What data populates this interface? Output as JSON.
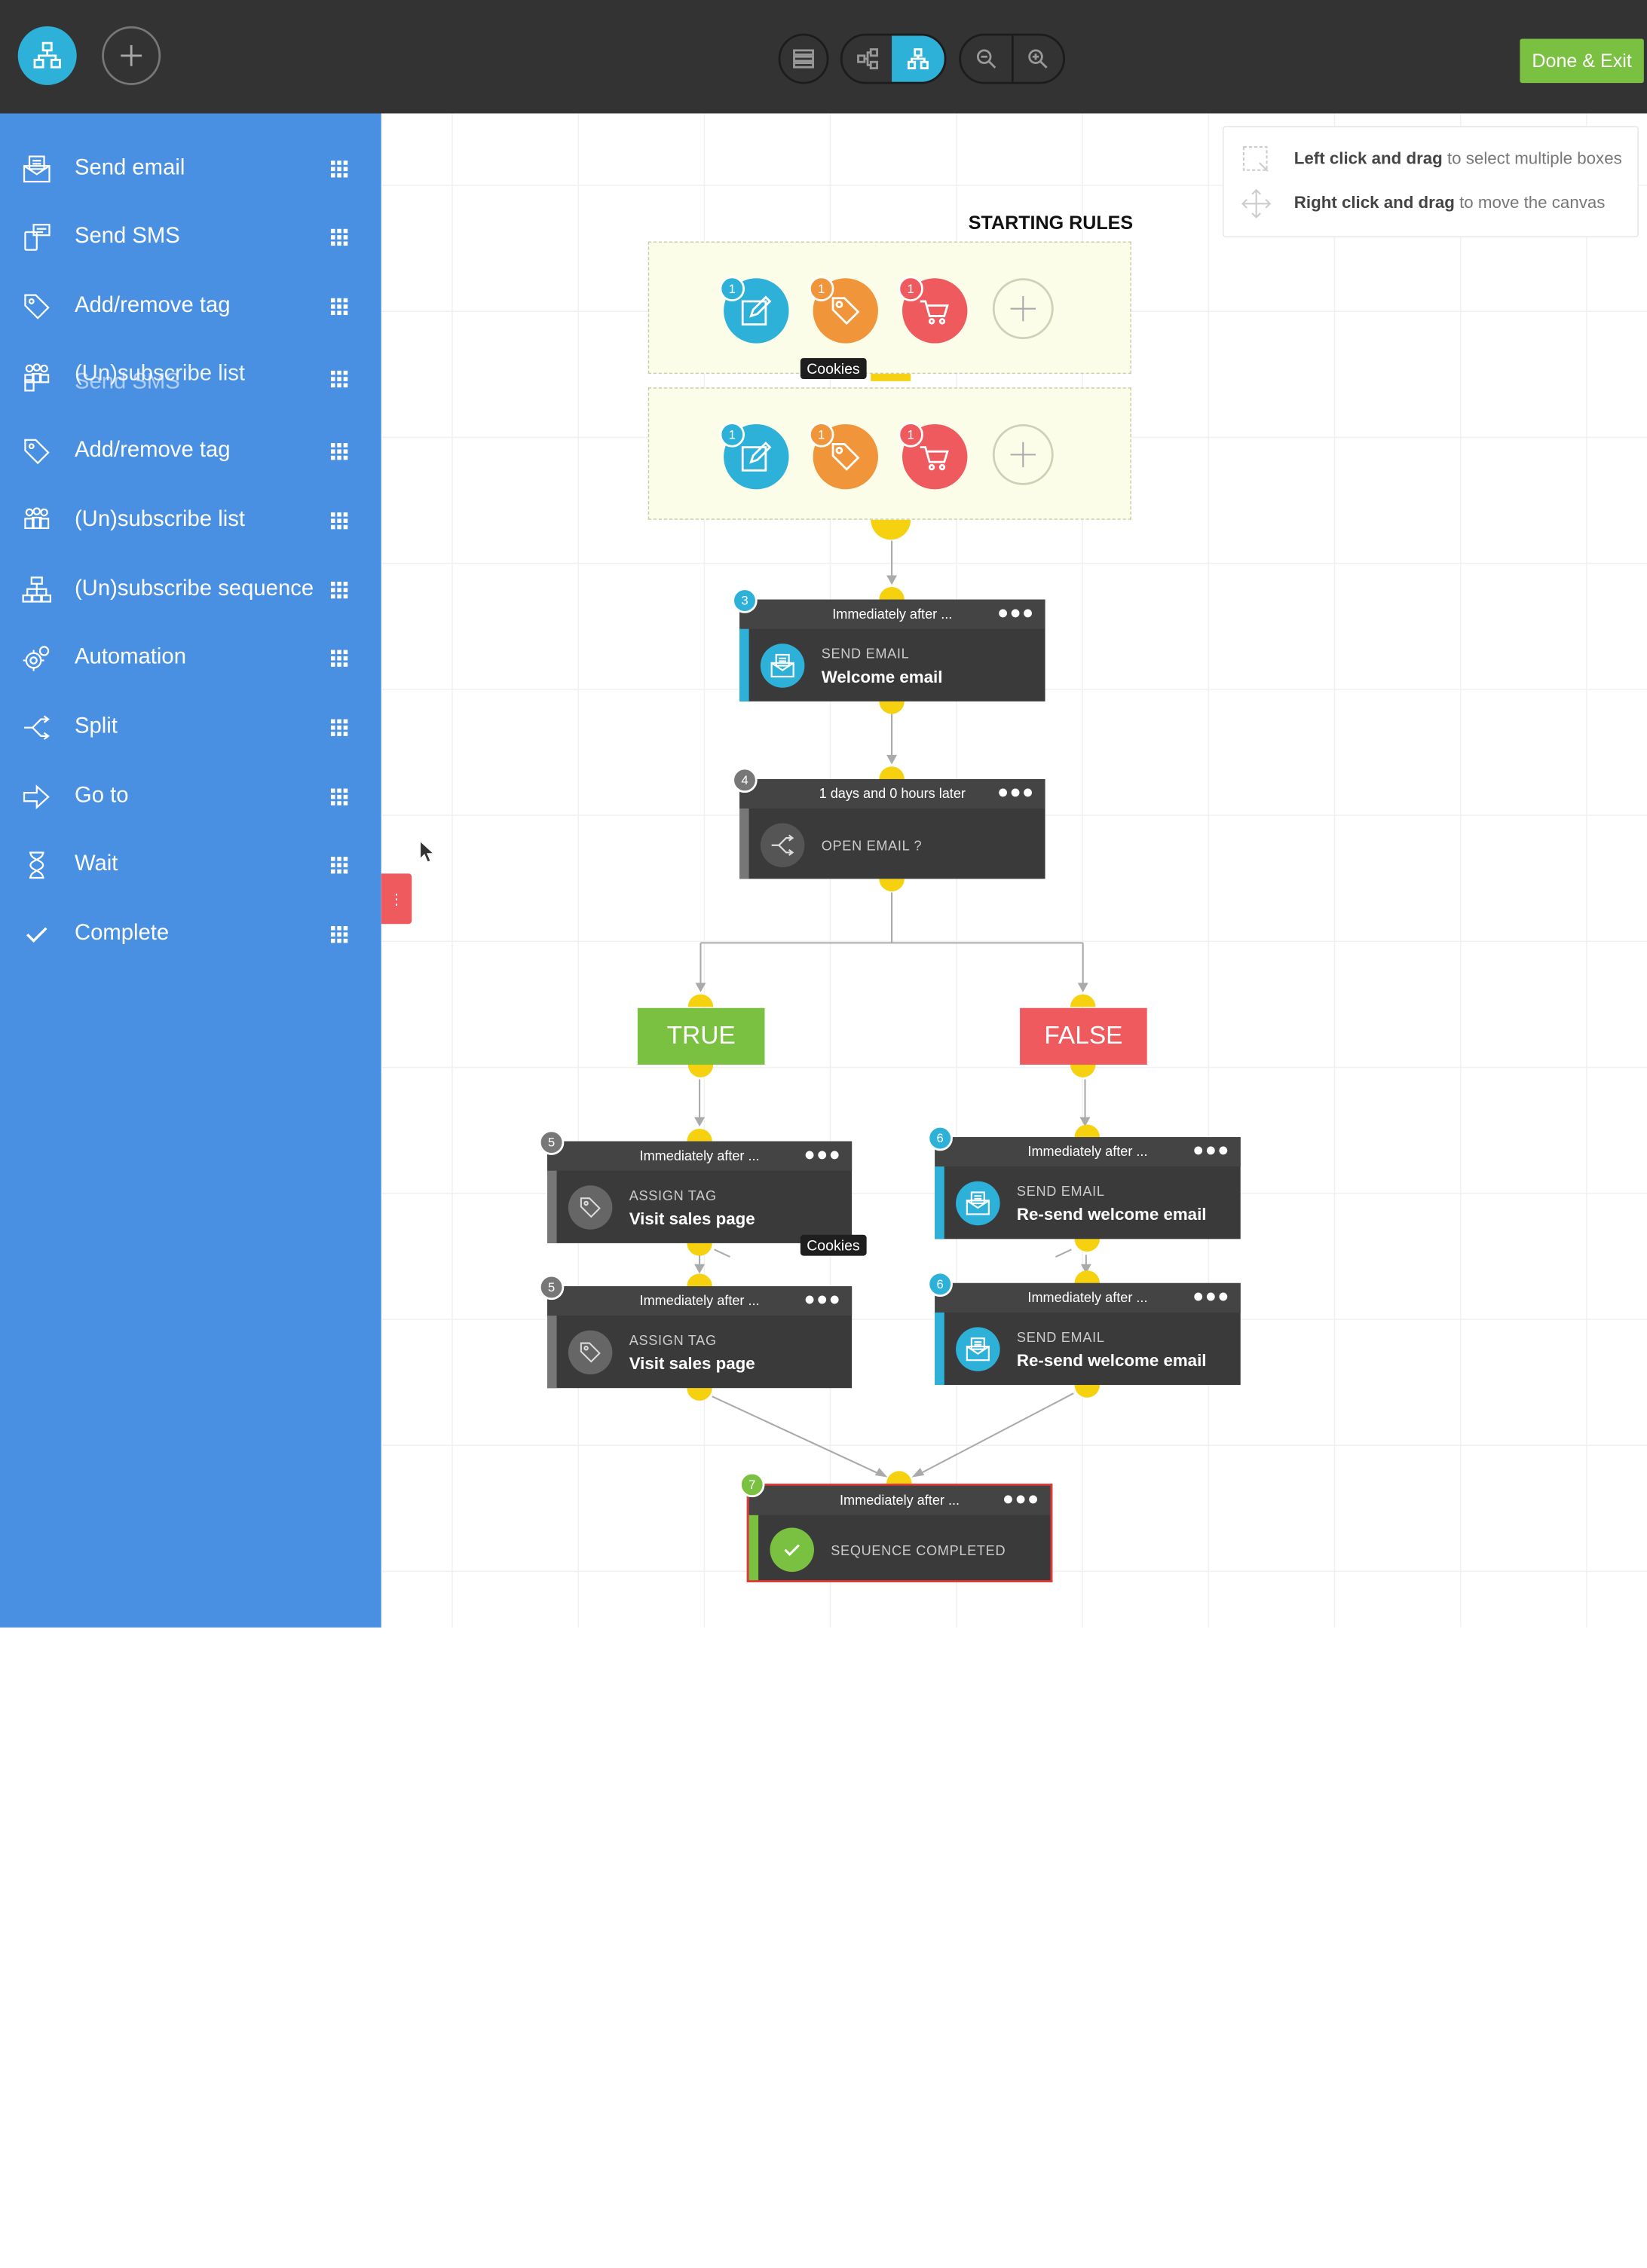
{
  "toolbar": {
    "done_label": "Done & Exit"
  },
  "sidebar": {
    "items": [
      {
        "label": "Send email",
        "icon": "email-icon"
      },
      {
        "label": "Send SMS",
        "icon": "sms-icon"
      },
      {
        "label": "Add/remove tag",
        "icon": "tag-icon"
      },
      {
        "label": "(Un)subscribe list",
        "icon": "list-icon"
      },
      {
        "label": "Send SMS",
        "icon": "sms-icon"
      },
      {
        "label": "Add/remove tag",
        "icon": "tag-icon"
      },
      {
        "label": "(Un)subscribe list",
        "icon": "list-icon"
      },
      {
        "label": "(Un)subscribe sequence",
        "icon": "sequence-icon"
      },
      {
        "label": "Automation",
        "icon": "gear-icon"
      },
      {
        "label": "Split",
        "icon": "split-icon"
      },
      {
        "label": "Go to",
        "icon": "arrow-right-icon"
      },
      {
        "label": "Wait",
        "icon": "hourglass-icon"
      },
      {
        "label": "Complete",
        "icon": "check-icon"
      }
    ]
  },
  "hint": {
    "line1_bold": "Left click and drag",
    "line1_rest": " to select multiple boxes",
    "line2_bold": "Right click and drag",
    "line2_rest": " to move the canvas"
  },
  "starting_rules": {
    "title": "STARTING RULES",
    "tooltip": "Cookies",
    "rows": [
      {
        "rules": [
          {
            "icon": "edit-icon",
            "count": "1",
            "color": "#2eb1d9"
          },
          {
            "icon": "tag-icon",
            "count": "1",
            "color": "#f0953a"
          },
          {
            "icon": "cart-icon",
            "count": "1",
            "color": "#ef5a5f"
          }
        ]
      },
      {
        "rules": [
          {
            "icon": "edit-icon",
            "count": "1",
            "color": "#2eb1d9"
          },
          {
            "icon": "tag-icon",
            "count": "1",
            "color": "#f0953a"
          },
          {
            "icon": "cart-icon",
            "count": "1",
            "color": "#ef5a5f"
          }
        ]
      }
    ]
  },
  "nodes": {
    "n3": {
      "badge": "3",
      "timing": "Immediately after ...",
      "type": "SEND EMAIL",
      "title": "Welcome email"
    },
    "n4": {
      "badge": "4",
      "timing": "1 days and 0 hours later",
      "type": "OPEN EMAIL ?"
    },
    "n5a": {
      "badge": "5",
      "timing": "Immediately after ...",
      "type": "ASSIGN TAG",
      "title": "Visit sales page"
    },
    "n5b": {
      "badge": "5",
      "timing": "Immediately after ...",
      "type": "ASSIGN TAG",
      "title": "Visit sales page"
    },
    "n6a": {
      "badge": "6",
      "timing": "Immediately after ...",
      "type": "SEND EMAIL",
      "title": "Re-send welcome email"
    },
    "n6b": {
      "badge": "6",
      "timing": "Immediately after ...",
      "type": "SEND EMAIL",
      "title": "Re-send welcome email"
    },
    "n7": {
      "badge": "7",
      "timing": "Immediately after ...",
      "type": "SEQUENCE COMPLETED"
    }
  },
  "branches": {
    "true_label": "TRUE",
    "false_label": "FALSE"
  },
  "node_tooltip": "Cookies",
  "colors": {
    "topbar": "#333333",
    "sidebar": "#4a90e2",
    "accent_blue": "#2eb1d9",
    "done_green": "#7ac142",
    "false_red": "#ef5a5f",
    "connector_yellow": "#f5d10f"
  }
}
